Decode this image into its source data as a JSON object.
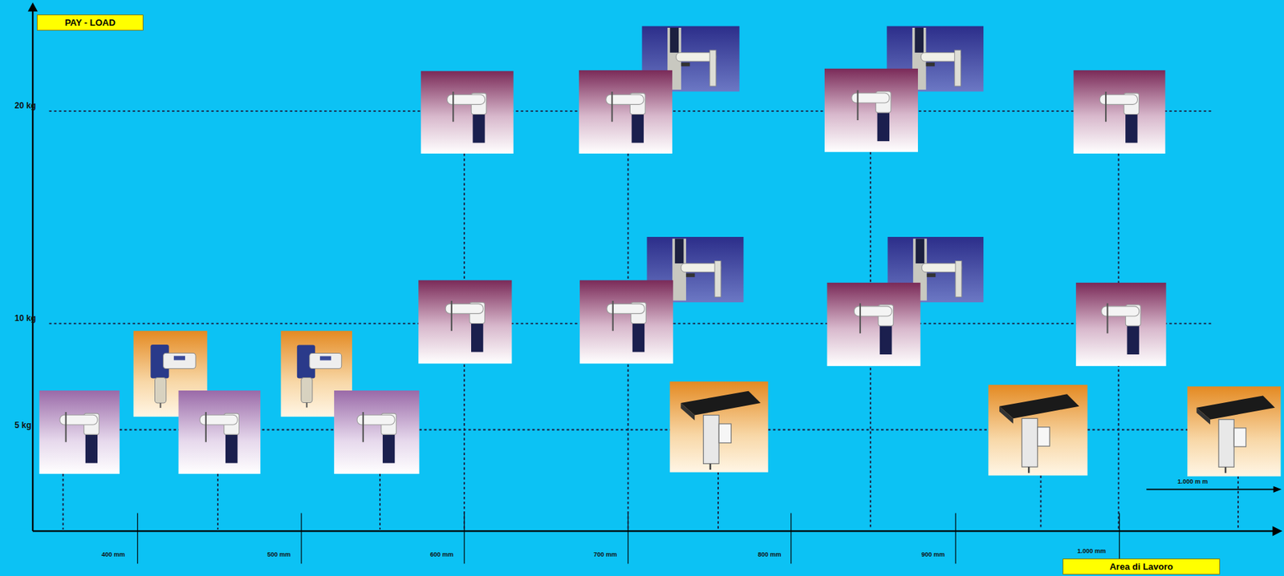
{
  "diagram": {
    "nodes": [
      {
        "text": [
          "PAY - LOAD"
        ]
      },
      {
        "text": [
          "Area di Lavoro"
        ]
      }
    ],
    "labels": [
      "20 kg",
      "10 kg",
      "5 kg",
      "400 mm",
      "500 mm",
      "600 mm",
      "700 mm",
      "800 mm",
      "900 mm",
      "1.000 mm",
      "1.000 m m"
    ]
  }
}
